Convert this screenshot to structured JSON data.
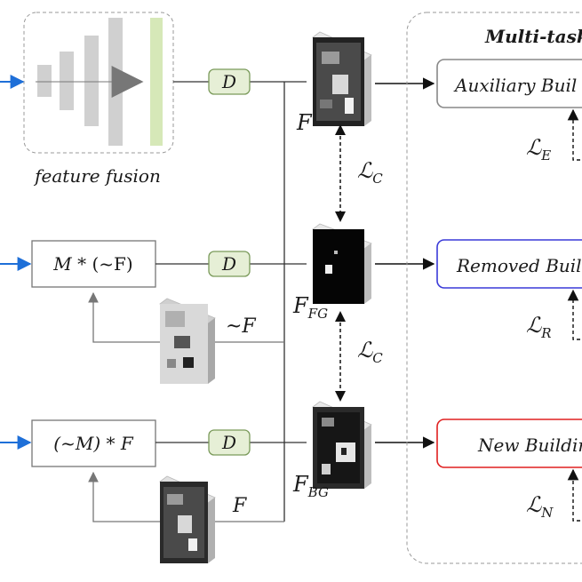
{
  "fusion": {
    "caption": "feature fusion"
  },
  "d_label": "D",
  "ops": {
    "mask_not_f": {
      "m": "M",
      "rest": " * (~F)"
    },
    "not_m_f": {
      "text": "(~M) * F"
    }
  },
  "features": {
    "f": {
      "main": "F",
      "sub": ""
    },
    "f_fg": {
      "main": "F",
      "sub": "FG"
    },
    "f_bg": {
      "main": "F",
      "sub": "BG"
    },
    "not_f": "~F",
    "f_plain": "F"
  },
  "multitask": {
    "title": "Multi-task",
    "tasks": [
      {
        "label": "Auxiliary Buil",
        "border": "#888888"
      },
      {
        "label": "Removed Buil",
        "border": "#3a3ad8"
      },
      {
        "label": "New Buildin",
        "border": "#e02020"
      }
    ]
  },
  "losses": {
    "lc1": {
      "sym": "ℒ",
      "sub": "C"
    },
    "lc2": {
      "sym": "ℒ",
      "sub": "C"
    },
    "le": {
      "sym": "ℒ",
      "sub": "E"
    },
    "lr": {
      "sym": "ℒ",
      "sub": "R"
    },
    "ln": {
      "sym": "ℒ",
      "sub": "N"
    }
  },
  "colors": {
    "input_arrow": "#1e6fd8",
    "d_fill": "#e6efd6",
    "d_stroke": "#7a9a5a",
    "fusion_bar": "#d6e8b8"
  }
}
